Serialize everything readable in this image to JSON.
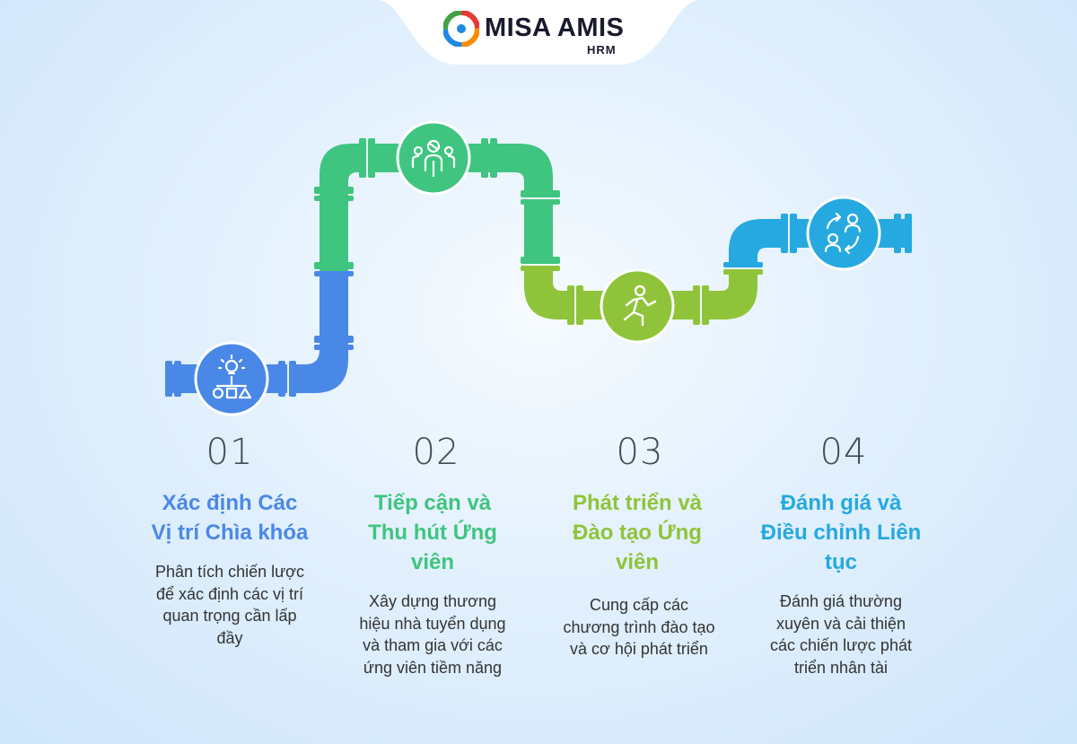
{
  "brand": {
    "name": "MISA AMIS",
    "sub": "HRM"
  },
  "colors": {
    "blue": "#4a88e8",
    "green": "#3fc57f",
    "lime": "#8fc43a",
    "cyan": "#25a9e0"
  },
  "steps": [
    {
      "number": "01",
      "title_l1": "Xác định Các",
      "title_l2": "Vị trí Chìa khóa",
      "title_l3": "",
      "desc_l1": "Phân tích chiến lược",
      "desc_l2": "để xác định các vị trí",
      "desc_l3": "quan trọng cần lấp",
      "desc_l4": "đầy",
      "icon": "lightbulb-shapes-icon",
      "color": "#4a88e8"
    },
    {
      "number": "02",
      "title_l1": "Tiếp cận và",
      "title_l2": "Thu hút Ứng",
      "title_l3": "viên",
      "desc_l1": "Xây dựng thương",
      "desc_l2": "hiệu nhà tuyển dụng",
      "desc_l3": "và tham gia với các",
      "desc_l4": "ứng viên tiềm năng",
      "icon": "people-group-icon",
      "color": "#3fc57f"
    },
    {
      "number": "03",
      "title_l1": "Phát triển và",
      "title_l2": "Đào tạo Ứng",
      "title_l3": "viên",
      "desc_l1": "Cung cấp các",
      "desc_l2": "chương trình đào tạo",
      "desc_l3": "và cơ hội phát triển",
      "desc_l4": "",
      "icon": "running-person-icon",
      "color": "#8fc43a"
    },
    {
      "number": "04",
      "title_l1": "Đánh giá và",
      "title_l2": "Điều chỉnh Liên",
      "title_l3": "tục",
      "desc_l1": "Đánh giá thường",
      "desc_l2": "xuyên và cải thiện",
      "desc_l3": "các chiến lược phát",
      "desc_l4": "triển nhân tài",
      "icon": "people-cycle-icon",
      "color": "#25a9e0"
    }
  ]
}
